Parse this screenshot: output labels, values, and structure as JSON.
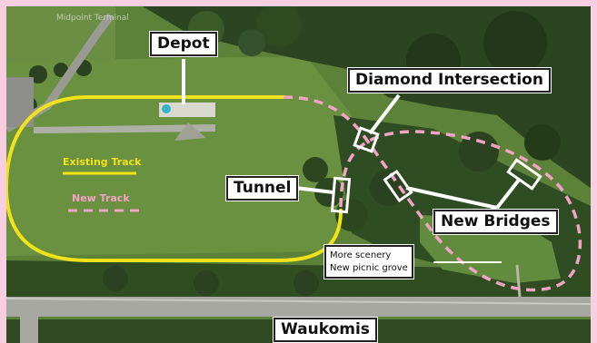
{
  "labels": {
    "depot": "Depot",
    "diamond": "Diamond Intersection",
    "tunnel": "Tunnel",
    "bridges": "New Bridges",
    "scenery_line1": "More scenery",
    "scenery_line2": "New picnic grove",
    "waukomis": "Waukomis"
  },
  "legend": {
    "existing": "Existing Track",
    "new": "New Track"
  },
  "faint_text": "Midpoint Terminal",
  "colors": {
    "existing_track": "#f2e21a",
    "new_track": "#f4a3c6",
    "frame": "#f7cfe0",
    "grass": "#4f7a33"
  }
}
